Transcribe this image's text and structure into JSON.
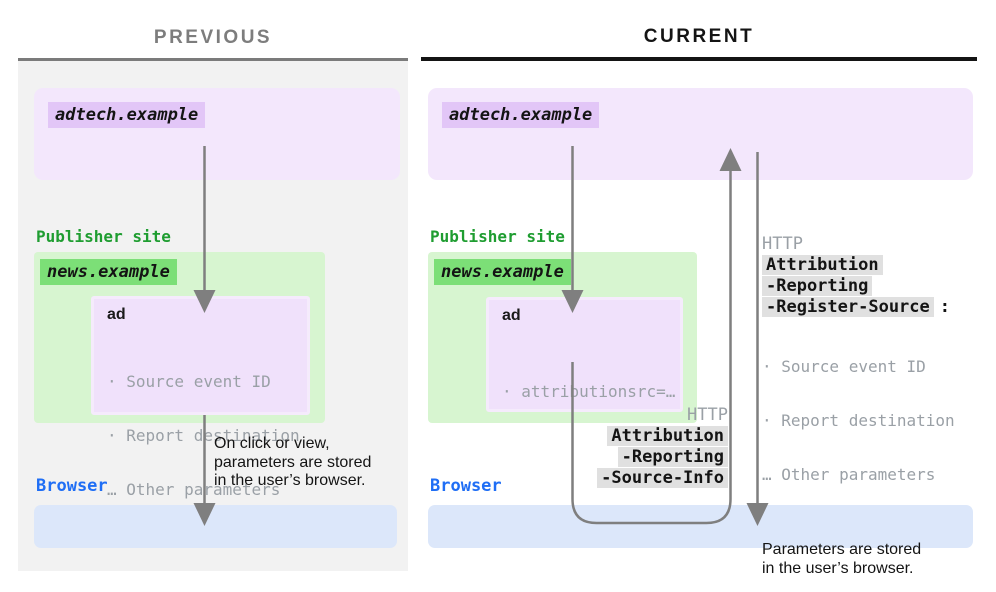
{
  "headers": {
    "previous": "PREVIOUS",
    "current": "CURRENT"
  },
  "colors": {
    "panel_gray": "#f2f2f2",
    "purple_box": "#f3e7fc",
    "purple_label": "#e2c6f7",
    "green_box": "#d7f5d0",
    "green_label": "#7cdf77",
    "green_text": "#1f9d31",
    "blue_text": "#1f6ef5",
    "blue_box": "#dce7fa",
    "arrow_gray": "#7f7f7f",
    "muted_text": "#9aa0a6",
    "chip_gray": "#e0e0e0"
  },
  "previous": {
    "adtech_label": "adtech.example",
    "publisher_label": "Publisher site",
    "news_label": "news.example",
    "ad": {
      "title": "ad",
      "items": [
        "· Source event ID",
        "· Report destination",
        "… Other parameters"
      ]
    },
    "note": [
      "On click or view,",
      "parameters are stored",
      "in the user’s browser."
    ],
    "browser_label": "Browser"
  },
  "current": {
    "adtech_label": "adtech.example",
    "publisher_label": "Publisher site",
    "news_label": "news.example",
    "ad": {
      "title": "ad",
      "items": [
        "· attributionsrc=…"
      ]
    },
    "request": {
      "protocol": "HTTP",
      "lines": [
        "Attribution",
        "-Reporting",
        "-Source-Info"
      ]
    },
    "response": {
      "protocol": "HTTP",
      "lines": [
        "Attribution",
        "-Reporting",
        "-Register-Source"
      ],
      "suffix": ":",
      "items": [
        "· Source event ID",
        "· Report destination",
        "… Other parameters"
      ]
    },
    "note": [
      "Parameters are stored",
      "in the user’s browser."
    ],
    "browser_label": "Browser"
  }
}
